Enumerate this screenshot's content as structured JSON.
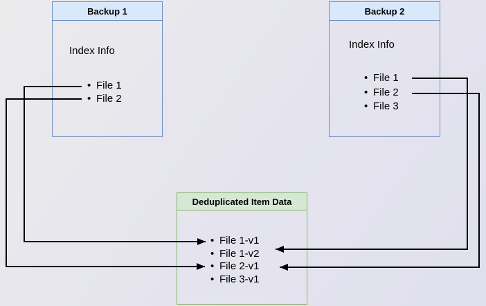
{
  "diagram": {
    "backup1": {
      "title": "Backup 1",
      "subtitle": "Index Info",
      "files": [
        "File 1",
        "File 2"
      ]
    },
    "backup2": {
      "title": "Backup 2",
      "subtitle": "Index Info",
      "files": [
        "File 1",
        "File 2",
        "File 3"
      ]
    },
    "dedup": {
      "title": "Deduplicated Item Data",
      "items": [
        "File 1-v1",
        "File 1-v2",
        "File 2-v1",
        "File 3-v1"
      ]
    },
    "arrows": [
      {
        "from": "Backup 1 / File 1",
        "to": "Deduplicated Item Data / File 1-v1"
      },
      {
        "from": "Backup 1 / File 2",
        "to": "Deduplicated Item Data / File 2-v1"
      },
      {
        "from": "Backup 2 / File 1",
        "to": "Deduplicated Item Data / File 1-v2"
      },
      {
        "from": "Backup 2 / File 2",
        "to": "Deduplicated Item Data / File 2-v1"
      }
    ],
    "colors": {
      "blue_header_fill": "#dae8fc",
      "blue_border": "#6c8ebf",
      "green_header_fill": "#d5e8d4",
      "green_border": "#82b366",
      "arrow_line": "#000000",
      "background_start": "#ebebec",
      "background_end": "#e0e0ed"
    }
  }
}
